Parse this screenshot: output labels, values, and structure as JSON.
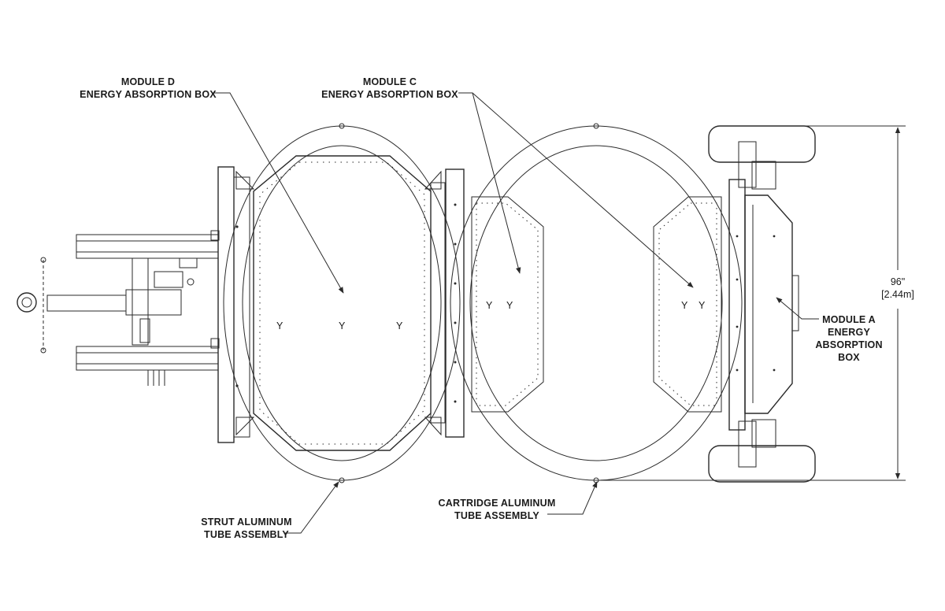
{
  "labels": {
    "module_d": [
      "MODULE D",
      "ENERGY ABSORPTION BOX"
    ],
    "module_c": [
      "MODULE C",
      "ENERGY ABSORPTION BOX"
    ],
    "module_a": [
      "MODULE A",
      "ENERGY",
      "ABSORPTION",
      "BOX"
    ],
    "strut": [
      "STRUT ALUMINUM",
      "TUBE ASSEMBLY"
    ],
    "cartridge": [
      "CARTRIDGE ALUMINUM",
      "TUBE ASSEMBLY"
    ]
  },
  "dimension": {
    "imperial": "96\"",
    "metric": "[2.44m]"
  }
}
